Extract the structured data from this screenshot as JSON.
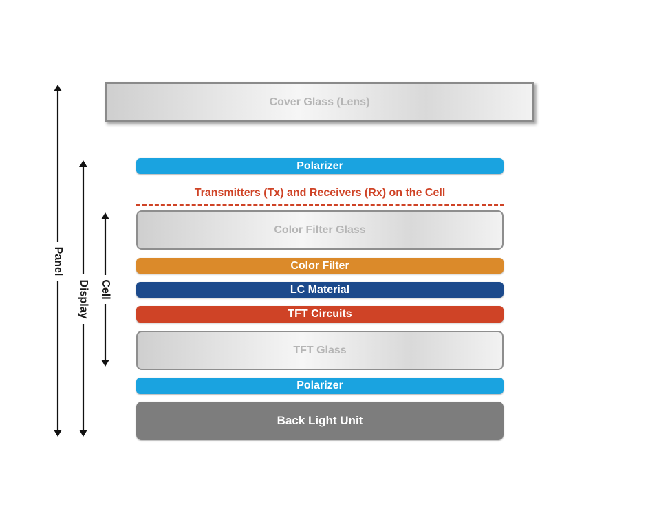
{
  "colors": {
    "polarizer": "#1aa3e0",
    "color_filter": "#db8a2a",
    "lc_material": "#1c4a8c",
    "tft_circuits": "#cf4326",
    "back_light": "#7d7d7d",
    "note": "#cf4326"
  },
  "layers": {
    "cover_glass": "Cover Glass (Lens)",
    "polarizer_top": "Polarizer",
    "color_filter_glass": "Color Filter Glass",
    "color_filter": "Color Filter",
    "lc_material": "LC Material",
    "tft_circuits": "TFT Circuits",
    "tft_glass": "TFT Glass",
    "polarizer_bottom": "Polarizer",
    "back_light_unit": "Back Light Unit"
  },
  "annotation": "Transmitters (Tx) and Receivers (Rx) on the Cell",
  "brackets": {
    "panel": "Panel",
    "display": "Display",
    "cell": "Cell"
  }
}
